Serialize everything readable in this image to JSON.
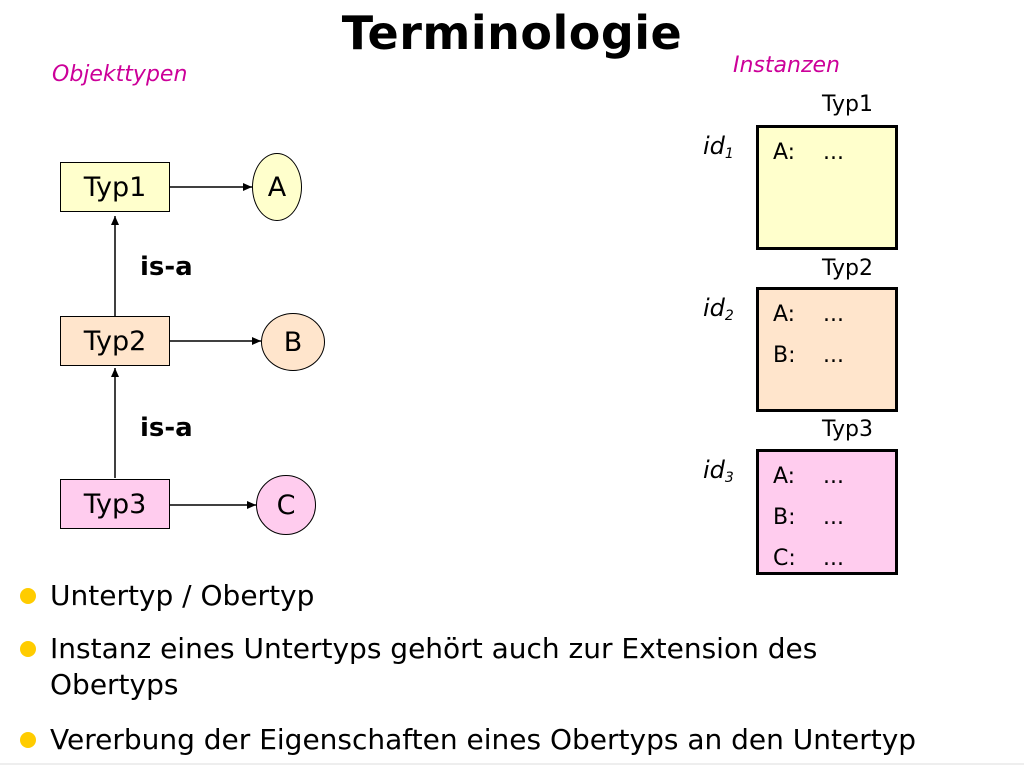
{
  "title": "Terminologie",
  "types_label": "Objekttypen",
  "instances_label": "Instanzen",
  "types": [
    "Typ1",
    "Typ2",
    "Typ3"
  ],
  "attributes": [
    "A",
    "B",
    "C"
  ],
  "isa": [
    "is-a",
    "is-a"
  ],
  "instances": [
    {
      "type": "Typ1",
      "id": "id",
      "sub": "1",
      "color": "#ffffcc",
      "rows": [
        {
          "k": "A:",
          "v": "..."
        }
      ]
    },
    {
      "type": "Typ2",
      "id": "id",
      "sub": "2",
      "color": "#ffe5cc",
      "rows": [
        {
          "k": "A:",
          "v": "..."
        },
        {
          "k": "B:",
          "v": "..."
        }
      ]
    },
    {
      "type": "Typ3",
      "id": "id",
      "sub": "3",
      "color": "#ffccee",
      "rows": [
        {
          "k": "A:",
          "v": "..."
        },
        {
          "k": "B:",
          "v": "..."
        },
        {
          "k": "C:",
          "v": "..."
        }
      ]
    }
  ],
  "bullets": [
    "Untertyp / Obertyp",
    "Instanz eines Untertyps gehört auch zur Extension des Obertyps",
    "Vererbung der Eigenschaften eines Obertyps an den Untertyp"
  ],
  "colors": {
    "accent": "#cc0099",
    "bullet": "#ffcc00",
    "typ1": "#ffffcc",
    "typ2": "#ffe5cc",
    "typ3": "#ffccee"
  }
}
